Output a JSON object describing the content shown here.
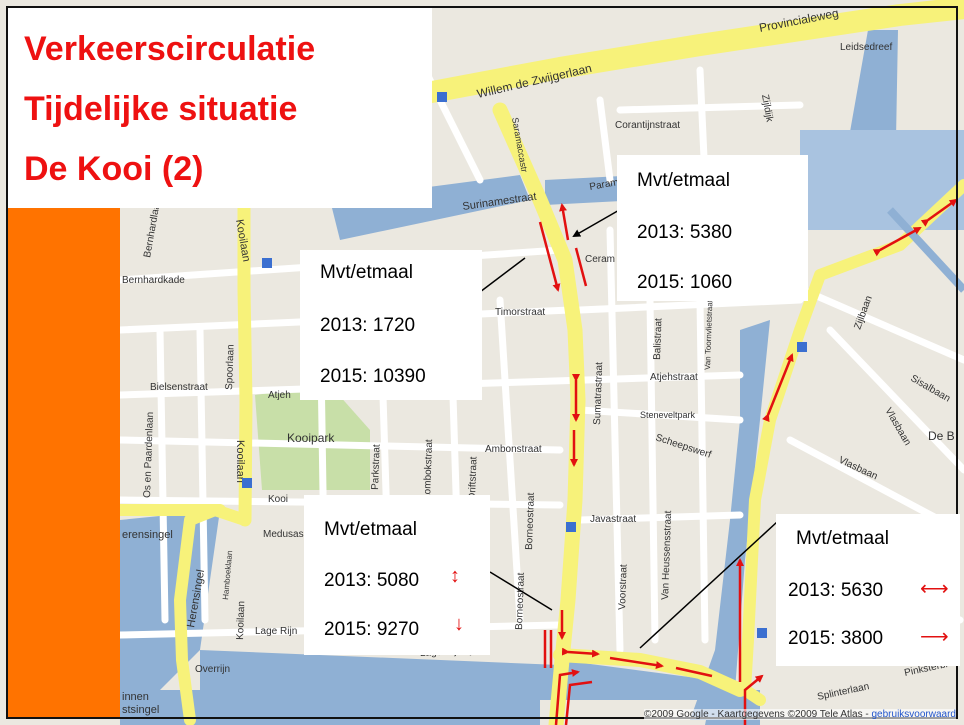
{
  "slide": {
    "title_lines": [
      "Verkeerscirculatie",
      "Tijdelijke situatie",
      "De Kooi (2)"
    ],
    "colors": {
      "title": "#ee1111",
      "accent_bar": "#ff7300",
      "arrow": "#e21010",
      "road_major": "#f7f27a",
      "water": "#8fb0d4",
      "park": "#c8dfa8",
      "block": "#ebe8e0",
      "street": "#ffffff",
      "border": "#111111"
    }
  },
  "callouts": [
    {
      "id": "north",
      "header": "Mvt/etmaal",
      "row2013": "2013: 5380",
      "row2015": "2015: 1060"
    },
    {
      "id": "west",
      "header": "Mvt/etmaal",
      "row2013": "2013:   1720",
      "row2015": "2015: 10390"
    },
    {
      "id": "south",
      "header": "Mvt/etmaal",
      "row2013": "2013: 5080",
      "row2015": "2015: 9270",
      "icon2013": "arrow-up-down-icon",
      "icon2015": "arrow-down-icon"
    },
    {
      "id": "east",
      "header": "Mvt/etmaal",
      "row2013": "2013: 5630",
      "row2015": "2015: 3800",
      "icon2013": "arrow-left-right-icon",
      "icon2015": "arrow-right-icon"
    }
  ],
  "map": {
    "street_labels": {
      "provincialeweg": "Provincialeweg",
      "leidsedreef": "Leidsedreef",
      "willem": "Willem de Zwijgerlaan",
      "zijldijk": "Zijldijk",
      "corantijnstraat": "Corantijnstraat",
      "saramacca": "Saramaccastr",
      "surinamestraat": "Surinamestraat",
      "paramaribo": "Paramaribo",
      "ceram": "Ceram",
      "bernhardkade": "Bernhardkade",
      "bernhardlaan": "Bernhardlaan",
      "kooilaan_top": "Kooilaan",
      "timorstraat": "Timorstraat",
      "bielsenstraat": "Bielsenstraat",
      "spoorlaan": "Spoorlaan",
      "atjeh_w": "Atjeh",
      "kooipark": "Kooipark",
      "kooilaan_mid": "Kooilaan",
      "os_paardenlaan": "Os en Paardenlaan",
      "ambonstraat": "Ambonstraat",
      "parkstraat": "Parkstraat",
      "lombokstraat": "Lombokstraat",
      "driftstraat": "Driftstraat",
      "sumatrastraat": "Sumatrastraat",
      "balistraat": "Balistraat",
      "atjehstraat": "Atjehstraat",
      "van_toorn": "Van Toornvlietstraat",
      "steneveltpark": "Steneveltpark",
      "scheepswerf": "Scheepswerf",
      "javastraat": "Javastraat",
      "borneostraat_n": "Borneostraat",
      "borneostraat_s": "Borneostraat",
      "voorstraat": "Voorstraat",
      "van_heussen": "Van Heussensstraat",
      "zijlbaan": "Zijlbaan",
      "sisalbaan": "Sisalbaan",
      "vlasbaan": "Vlasbaan",
      "vlasbaan2": "Vlasbaan",
      "de_b": "De B",
      "herensingel": "Herensingel",
      "herensingel_w": "erensingel",
      "medusa": "Medusas",
      "kooilaan_s": "Kooilaan",
      "hamboeklaan": "Hamboeklaan",
      "lage_rijndijk": "Lage Rijndijk",
      "lage_rijn": "Lage Rijn",
      "overrijn": "Overrijn",
      "binnen": "innen",
      "stsingel": "stsingel",
      "splinterlaan": "Splinterlaan",
      "pinksterbloem": "Pinksterbl",
      "kooi": "Kooi"
    },
    "copyright_text": "©2009 Google - Kaartgegevens ©2009 Tele Atlas - ",
    "copyright_link": "gebruiksvoorwaard"
  }
}
